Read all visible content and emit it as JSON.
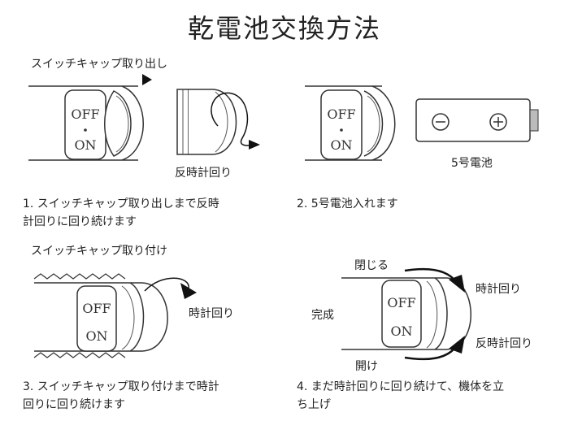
{
  "title": "乾電池交換方法",
  "panel1": {
    "top_label": "スイッチキャップ取り出し",
    "rotate_label": "反時計回り",
    "switch_off": "OFF",
    "switch_on": "ON",
    "caption_line1": "1. スイッチキャップ取り出しまで反時",
    "caption_line2": "計回りに回り続けます"
  },
  "panel2": {
    "battery_label": "5号電池",
    "minus_symbol": "−",
    "plus_symbol": "+",
    "switch_off": "OFF",
    "switch_on": "ON",
    "caption": "2. 5号電池入れます"
  },
  "panel3": {
    "top_label": "スイッチキャップ取り付け",
    "rotate_label": "時計回り",
    "switch_off": "OFF",
    "switch_on": "ON",
    "caption_line1": "3. スイッチキャップ取り付けまで時計",
    "caption_line2": "回りに回り続けます"
  },
  "panel4": {
    "close_label": "閉じる",
    "done_label": "完成",
    "open_label": "開け",
    "cw_label": "時計回り",
    "ccw_label": "反時計回り",
    "switch_off": "OFF",
    "switch_on": "ON",
    "caption_line1": "4. まだ時計回りに回り続けて、機体を立",
    "caption_line2": "ち上げ"
  }
}
